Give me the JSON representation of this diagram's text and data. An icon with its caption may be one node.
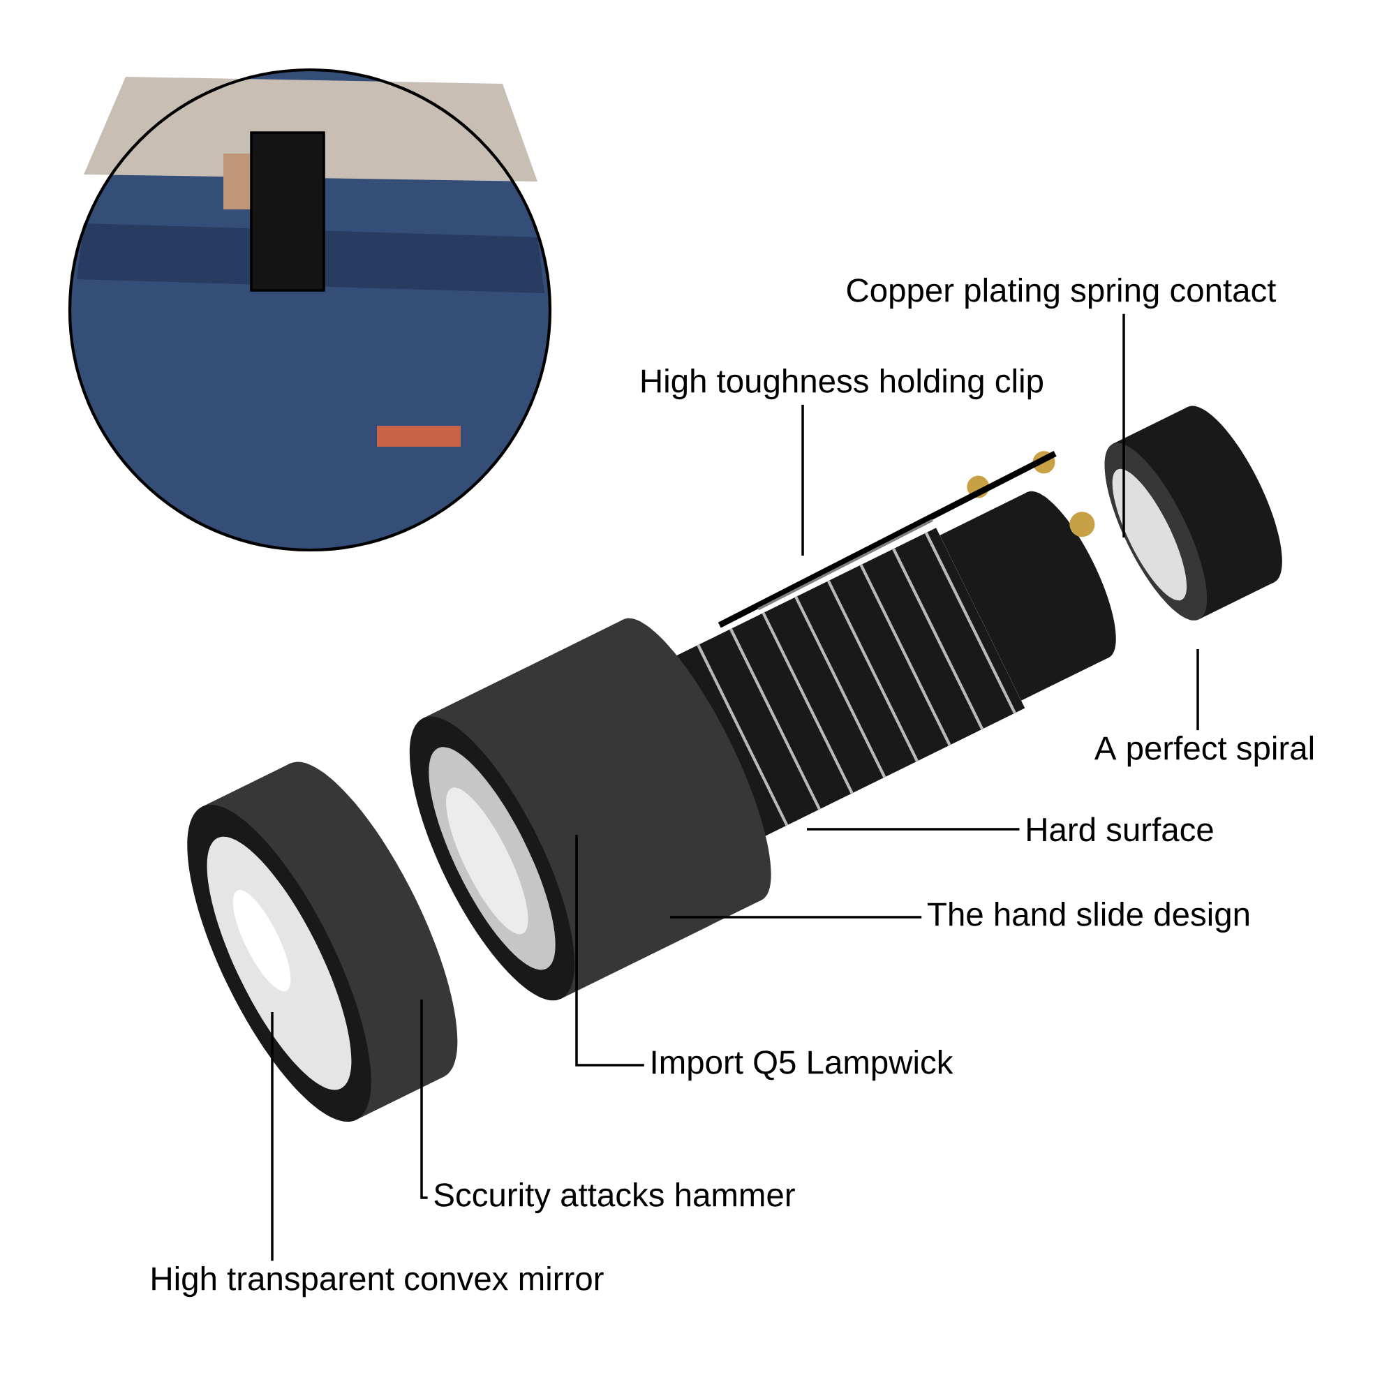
{
  "diagram": {
    "nodes": [
      {
        "text": [
          "Copper plating spring contact"
        ]
      },
      {
        "text": [
          "High toughness holding clip"
        ]
      },
      {
        "text": [
          "A perfect spiral"
        ]
      },
      {
        "text": [
          "Hard surface"
        ]
      },
      {
        "text": [
          "The hand slide design"
        ]
      },
      {
        "text": [
          "Import Q5 Lampwick"
        ]
      },
      {
        "text": [
          "Sccurity attacks hammer"
        ]
      },
      {
        "text": [
          "High transparent convex mirror"
        ]
      }
    ],
    "edges": [
      {
        "from": 0,
        "to": null,
        "arrow": "none"
      },
      {
        "from": 1,
        "to": null,
        "arrow": "none"
      },
      {
        "from": 2,
        "to": null,
        "arrow": "none"
      },
      {
        "from": 3,
        "to": null,
        "arrow": "none"
      },
      {
        "from": 4,
        "to": null,
        "arrow": "none"
      },
      {
        "from": 5,
        "to": null,
        "arrow": "none"
      },
      {
        "from": 6,
        "to": null,
        "arrow": "none"
      },
      {
        "from": 7,
        "to": null,
        "arrow": "none"
      }
    ]
  }
}
